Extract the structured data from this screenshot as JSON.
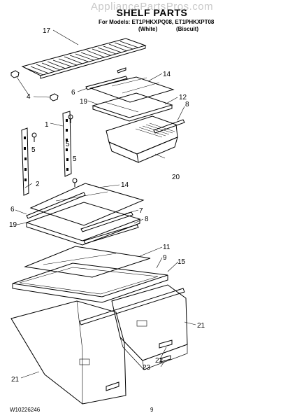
{
  "header": {
    "watermark": "AppliancePartsPros.com",
    "title": "SHELF PARTS",
    "models_line": "For Models: ET1PHKXPQ08, ET1PHKXPT08",
    "variant_white": "(White)",
    "variant_biscuit": "(Biscuit)"
  },
  "callouts": [
    "17",
    "4",
    "6",
    "19",
    "14",
    "12",
    "8",
    "1",
    "5",
    "5",
    "5",
    "2",
    "20",
    "14",
    "6",
    "7",
    "19",
    "8",
    "11",
    "9",
    "15",
    "21",
    "21",
    "22",
    "23"
  ],
  "footer": {
    "doc_number": "W10226246",
    "page_number": "9"
  }
}
